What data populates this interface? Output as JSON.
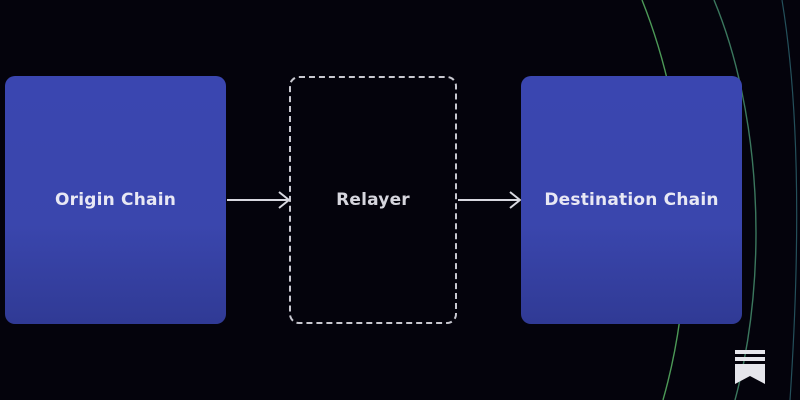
{
  "diagram": {
    "nodes": [
      {
        "id": "origin",
        "label": "Origin Chain",
        "style": "solid"
      },
      {
        "id": "relayer",
        "label": "Relayer",
        "style": "dashed"
      },
      {
        "id": "destination",
        "label": "Destination Chain",
        "style": "solid"
      }
    ],
    "edges": [
      {
        "from": "origin",
        "to": "relayer"
      },
      {
        "from": "relayer",
        "to": "destination"
      }
    ]
  },
  "colors": {
    "background": "#04030c",
    "node_fill": "#3a46b0",
    "arrow": "#d8d8e0",
    "arc_green": "#5fbf6a",
    "arc_teal": "#3f8f9c"
  },
  "icons": {
    "corner_logo": "bookmark-logo-icon"
  }
}
